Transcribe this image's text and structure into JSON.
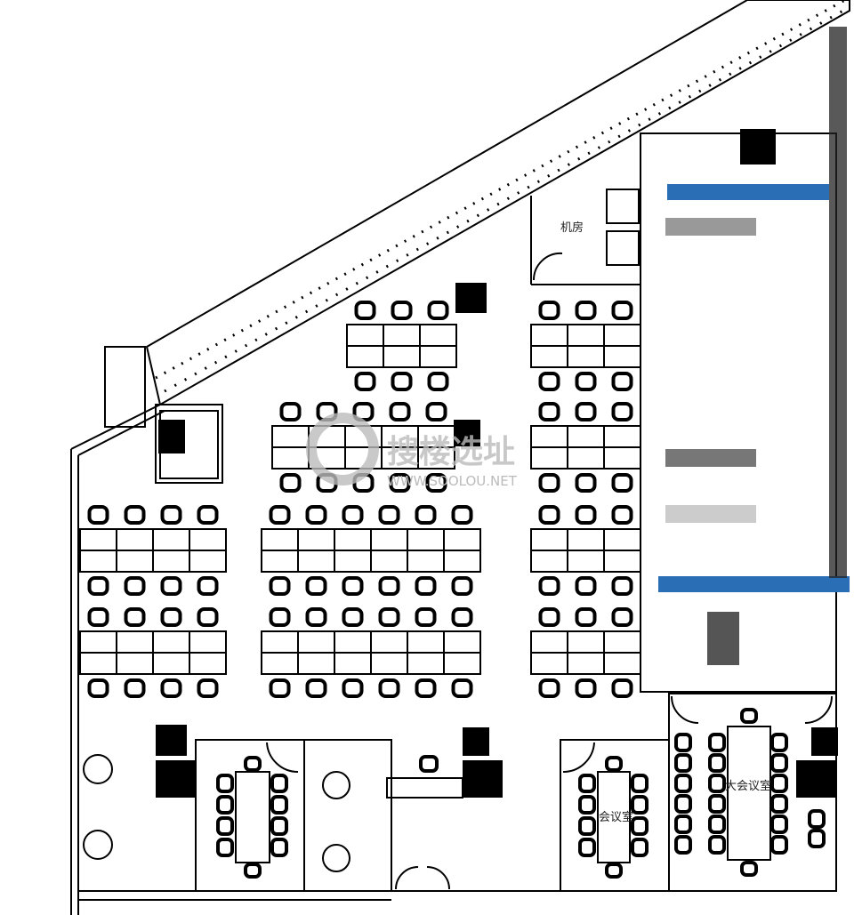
{
  "rooms": {
    "server_room": "机房",
    "small_meeting": "会议室",
    "large_meeting": "大会议室"
  },
  "watermark": {
    "title": "搜楼选址",
    "url": "WWW.SOOLOU.NET"
  },
  "colors": {
    "line": "#000000",
    "accent": "#2a6fb5"
  }
}
